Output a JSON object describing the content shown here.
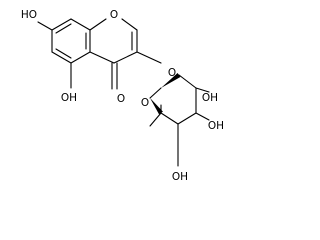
{
  "atom_labels": {
    "ring_oxygen_chromone": "O",
    "ring_oxygen_sugar": "O",
    "glycosidic_oxygen": "O",
    "carbonyl_oxygen": "O",
    "hydroxyl_c7": "HO",
    "hydroxyl_c5": "OH",
    "hydroxyl_sugar_c2": "OH",
    "hydroxyl_sugar_c3": "OH",
    "hydroxyl_sugar_c4": "OH"
  },
  "colors": {
    "bond": "#000000",
    "label": "#000000",
    "background": "#ffffff"
  }
}
